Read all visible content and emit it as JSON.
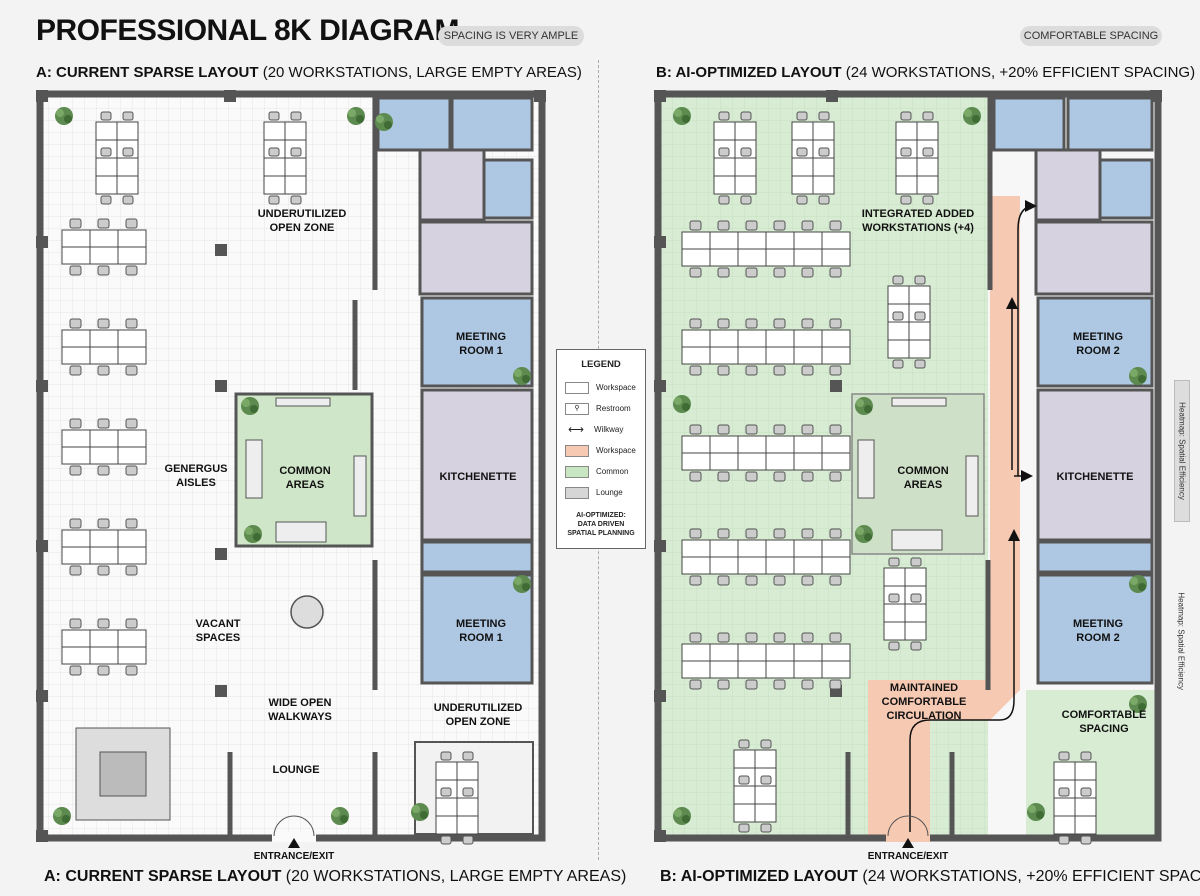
{
  "title": "PROFESSIONAL 8K DIAGRAM",
  "pills": {
    "left": "SPACING IS VERY AMPLE",
    "right": "COMFORTABLE SPACING"
  },
  "panel_a": {
    "heading_bold": "A: CURRENT SPARSE LAYOUT",
    "heading_rest": " (20 WORKSTATIONS, LARGE EMPTY AREAS)",
    "labels": {
      "underutilized_top": [
        "UNDERUTILIZED",
        "OPEN ZONE"
      ],
      "meeting1": [
        "MEETING",
        "ROOM 1"
      ],
      "genergus": [
        "GENERGUS",
        "AISLES"
      ],
      "common": [
        "COMMON",
        "AREAS"
      ],
      "kitchenette": "KITCHENETTE",
      "vacant": [
        "VACANT",
        "SPACES"
      ],
      "meeting2": [
        "MEETING",
        "ROOM 1"
      ],
      "walkways": [
        "WIDE OPEN",
        "WALKWAYS"
      ],
      "underutilized_bottom": [
        "UNDERUTILIZED",
        "OPEN ZONE"
      ],
      "lounge": "LOUNGE",
      "entrance": "ENTRANCE/EXIT"
    }
  },
  "panel_b": {
    "heading_bold": "B: AI-OPTIMIZED LAYOUT",
    "heading_rest": " (24 WORKSTATIONS, +20% EFFICIENT SPACING)",
    "labels": {
      "integrated": [
        "INTEGRATED ADDED",
        "WORKSTATIONS (+4)"
      ],
      "meeting1": [
        "MEETING",
        "ROOM 2"
      ],
      "common": [
        "COMMON",
        "AREAS"
      ],
      "kitchenette": "KITCHENETTE",
      "meeting2": [
        "MEETING",
        "ROOM 2"
      ],
      "circulation": [
        "MAINTAINED",
        "COMFORTABLE",
        "CIRCULATION"
      ],
      "comfortable": [
        "COMFORTABLE",
        "SPACING"
      ],
      "entrance": "ENTRANCE/EXIT"
    }
  },
  "legend": {
    "title": "LEGEND",
    "items": [
      {
        "label": "Workspace",
        "color": "#ffffff"
      },
      {
        "label": "Restroom",
        "color": "#ffffff"
      },
      {
        "label": "Wilkway",
        "color": "arrow"
      },
      {
        "label": "Workspace",
        "color": "#f6c9b3"
      },
      {
        "label": "Common",
        "color": "#c9e6c3"
      },
      {
        "label": "Lounge",
        "color": "#d6d6d6"
      }
    ],
    "note": [
      "AI-OPTIMIZED:",
      "DATA DRIVEN",
      "SPATIAL PLANNING"
    ]
  },
  "side_labels": {
    "vertical_tab": "Heatmap: Spatial Efficiency",
    "vertical_text": "Heatmap: Spatial Efficiency"
  },
  "colors": {
    "wall": "#555555",
    "green": "#d3ecd0",
    "blue": "#aec8e4",
    "purple": "#d7d2df",
    "orange": "#f6c9b3"
  }
}
